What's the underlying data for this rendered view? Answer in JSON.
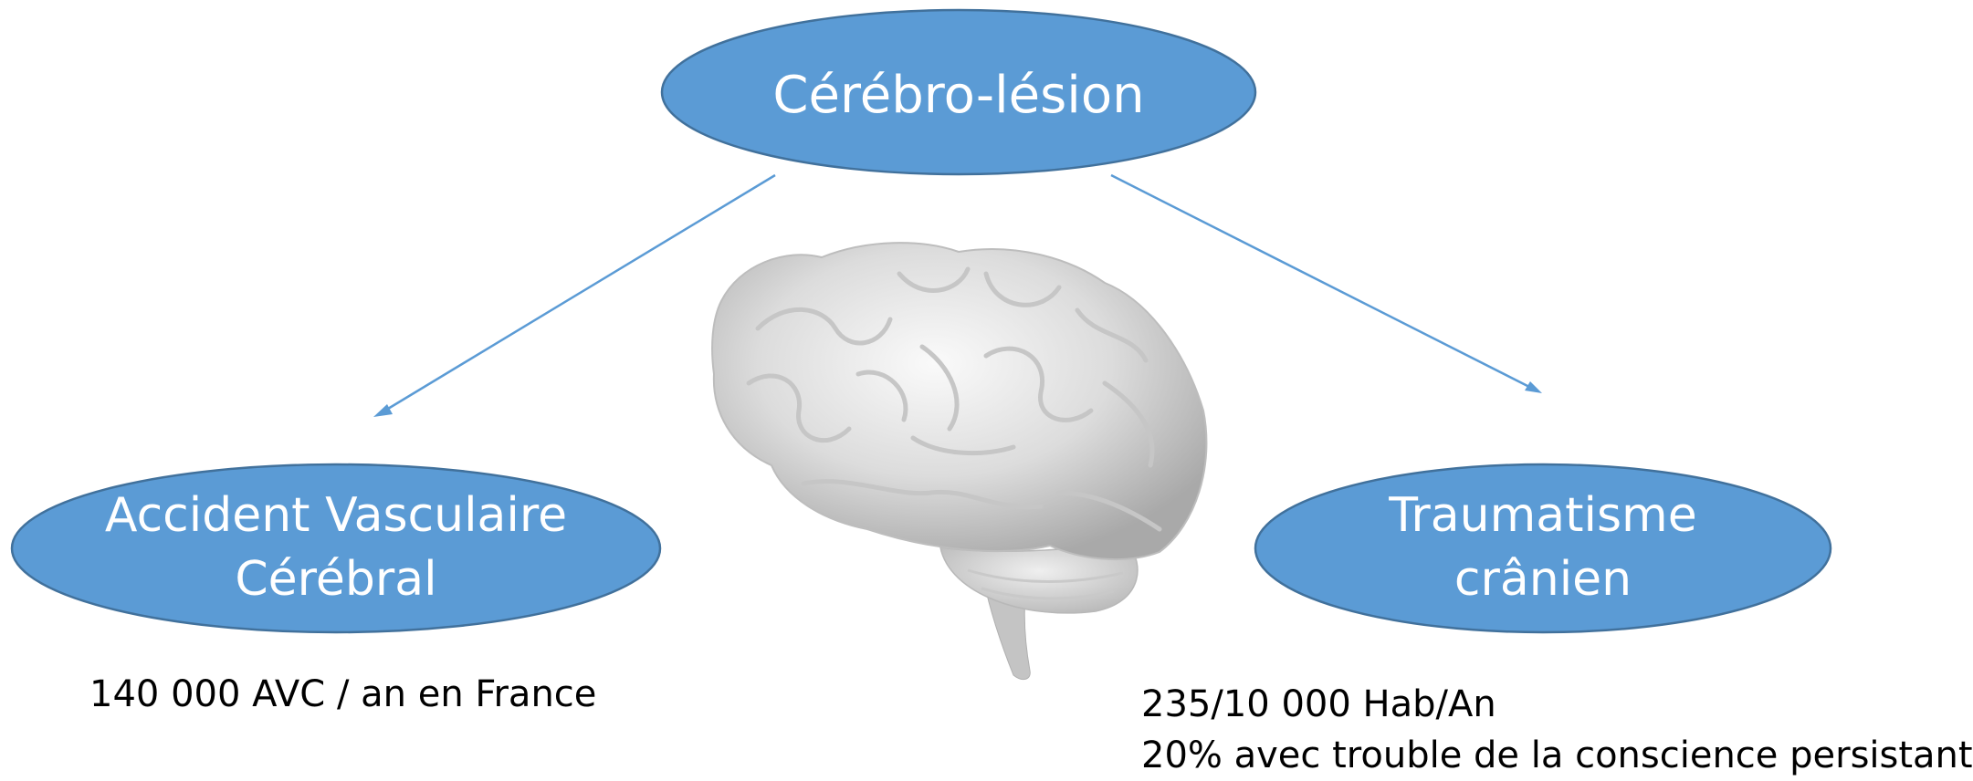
{
  "colors": {
    "node_fill": "#5b9bd5",
    "node_stroke": "#41719c",
    "arrow": "#5b9bd5",
    "text_on_node": "#ffffff",
    "annotation_text": "#000000"
  },
  "diagram": {
    "root": {
      "label": "Cérébro-lésion"
    },
    "left": {
      "label_line1": "Accident Vasculaire",
      "label_line2": "Cérébral",
      "note": "140 000 AVC / an en France"
    },
    "right": {
      "label_line1": "Traumatisme",
      "label_line2": "crânien",
      "note_line1": "235/10 000 Hab/An",
      "note_line2": "20% avec trouble de la conscience persistant"
    },
    "image_icon": "brain-illustration"
  }
}
